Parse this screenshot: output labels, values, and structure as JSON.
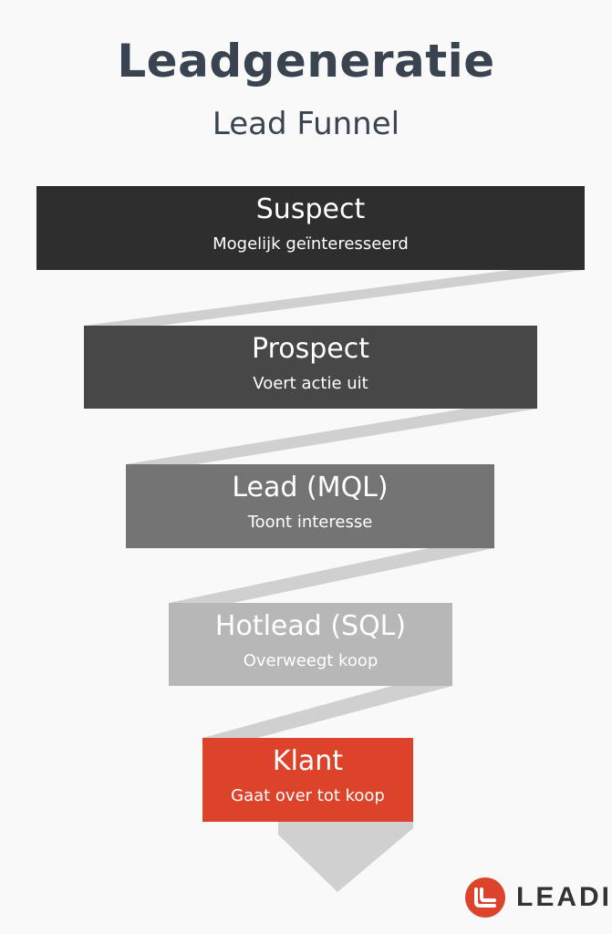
{
  "header": {
    "title": "Leadgeneratie",
    "subtitle": "Lead Funnel"
  },
  "stages": [
    {
      "name": "Suspect",
      "description": "Mogelijk geïnteresseerd",
      "color": "#2e2e2e"
    },
    {
      "name": "Prospect",
      "description": "Voert actie uit",
      "color": "#474747"
    },
    {
      "name": "Lead (MQL)",
      "description": "Toont interesse",
      "color": "#747474"
    },
    {
      "name": "Hotlead (SQL)",
      "description": "Overweegt koop",
      "color": "#b7b7b7"
    },
    {
      "name": "Klant",
      "description": "Gaat over tot koop",
      "color": "#dd432b"
    }
  ],
  "ribbon_color": "#d0d0d0",
  "logo": {
    "text": "LEADI",
    "mark_color": "#dd432b",
    "icon": "leadi-logo-icon"
  }
}
